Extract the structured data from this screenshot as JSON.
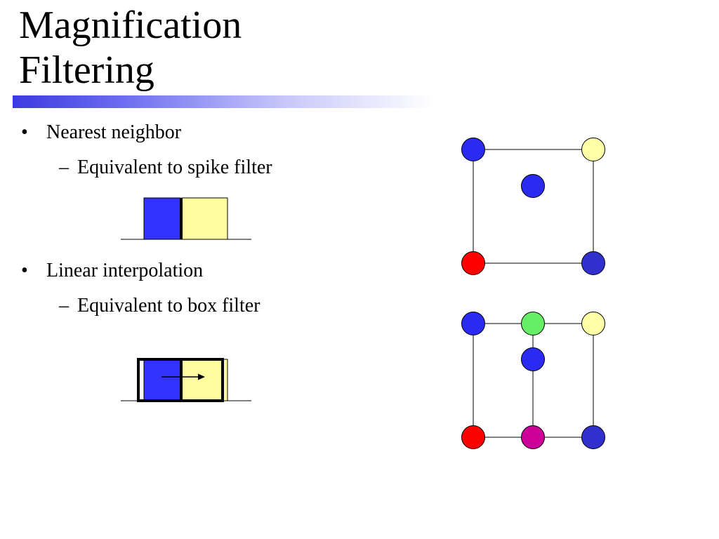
{
  "slide": {
    "title_line1": "Magnification",
    "title_line2": "Filtering"
  },
  "bullets": [
    {
      "text": "Nearest neighbor",
      "sub": "Equivalent to spike filter"
    },
    {
      "text": "Linear interpolation",
      "sub": "Equivalent to box filter"
    }
  ],
  "symbols": {
    "bullet": "•",
    "dash": "–"
  },
  "colors": {
    "blue_texel": "#3333ff",
    "yellow_texel": "#ffffa0",
    "sample_blue": "#2a2af0",
    "sample_yellow": "#ffffa8",
    "sample_red": "#ff0000",
    "sample_dark_blue": "#3030cc",
    "sample_green": "#66ee66",
    "sample_magenta": "#cc0099",
    "title_bar_blue": "#3a3ae0"
  },
  "icons": {
    "nearest_diagram": "nearest-neighbor-sample-grid",
    "linear_diagram": "bilinear-interpolation-sample-grid",
    "spike_diagram": "spike-filter-diagram",
    "box_diagram": "box-filter-diagram",
    "arrow": "right-arrow-icon"
  }
}
